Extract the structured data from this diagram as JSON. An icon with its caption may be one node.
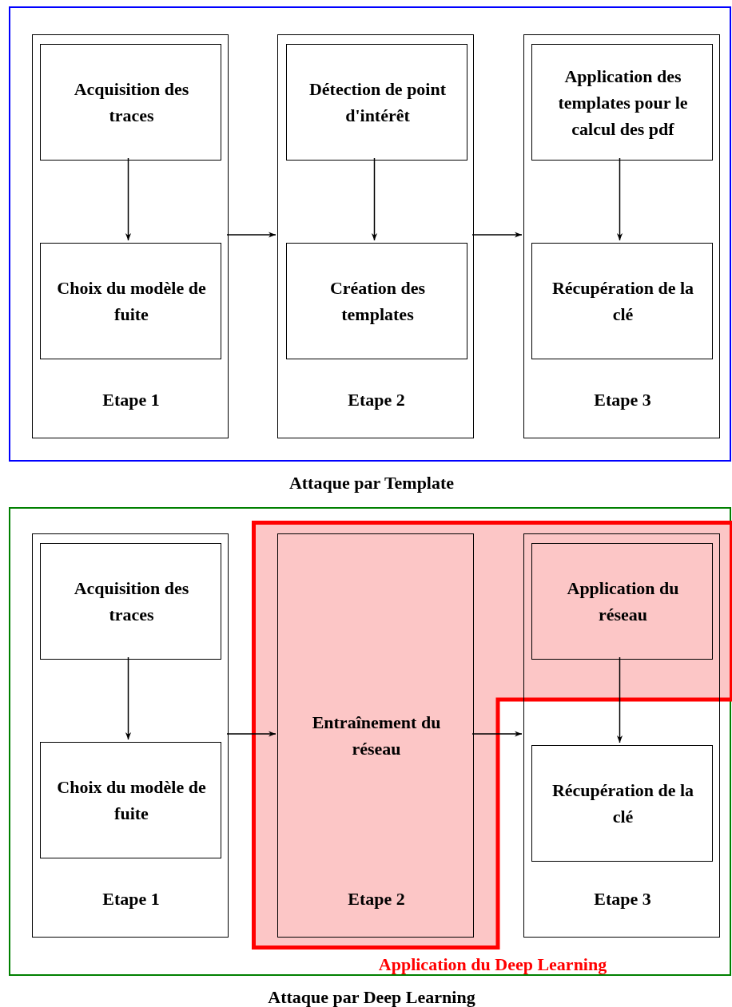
{
  "diagram": {
    "nodes": [
      {
        "text": [
          "Attaque par Template"
        ]
      },
      {
        "text": [
          "Etape 1"
        ],
        "in": 0
      },
      {
        "text": [
          "Acquisition des traces"
        ],
        "in": 1
      },
      {
        "text": [
          "Choix du modèle de fuite"
        ],
        "in": 1
      },
      {
        "text": [
          "Etape 2"
        ],
        "in": 0
      },
      {
        "text": [
          "Détection de point d'intérêt"
        ],
        "in": 4
      },
      {
        "text": [
          "Création des templates"
        ],
        "in": 4
      },
      {
        "text": [
          "Etape 3"
        ],
        "in": 0
      },
      {
        "text": [
          "Application des templates pour le calcul des pdf"
        ],
        "in": 7
      },
      {
        "text": [
          "Récupération de la clé"
        ],
        "in": 7
      },
      {
        "text": [
          "Attaque par Deep Learning"
        ]
      },
      {
        "text": [
          "Etape 1"
        ],
        "in": 10
      },
      {
        "text": [
          "Acquisition des traces"
        ],
        "in": 11
      },
      {
        "text": [
          "Choix du modèle de fuite"
        ],
        "in": 11
      },
      {
        "text": [
          "Application du Deep Learning"
        ],
        "in": 10
      },
      {
        "text": [
          "Entraînement du réseau",
          "Etape 2"
        ],
        "in": 14
      },
      {
        "text": [
          "Etape 3"
        ],
        "in": 10
      },
      {
        "text": [
          "Application du réseau"
        ],
        "in": 16
      },
      {
        "text": [
          "Récupération de la clé"
        ],
        "in": 16
      }
    ],
    "edges": [
      {
        "from": 2,
        "to": 3,
        "arrow": "to"
      },
      {
        "from": 5,
        "to": 6,
        "arrow": "to"
      },
      {
        "from": 8,
        "to": 9,
        "arrow": "to"
      },
      {
        "from": 1,
        "to": 4,
        "arrow": "to"
      },
      {
        "from": 4,
        "to": 7,
        "arrow": "to"
      },
      {
        "from": 12,
        "to": 13,
        "arrow": "to"
      },
      {
        "from": 11,
        "to": 15,
        "arrow": "to"
      },
      {
        "from": 15,
        "to": 16,
        "arrow": "to"
      },
      {
        "from": 17,
        "to": 18,
        "arrow": "to"
      }
    ]
  }
}
